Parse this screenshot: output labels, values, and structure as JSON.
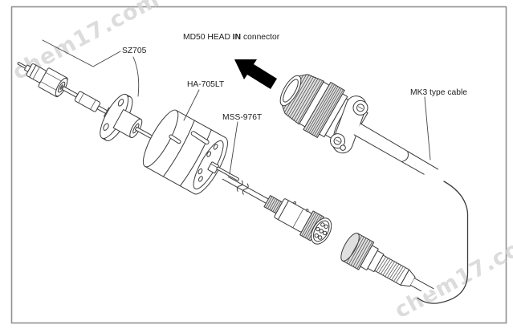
{
  "figure": {
    "type": "technical-line-diagram",
    "labels": {
      "md50_prefix": "MD50 HEAD ",
      "md50_bold": "IN",
      "md50_suffix": " connector",
      "sz705": "SZ705",
      "ha705lt": "HA-705LT",
      "mss976t": "MSS-976T",
      "mk3": "MK3 type cable"
    },
    "watermark": {
      "text": "chem17.com",
      "color": "#d7d7d7"
    },
    "colors": {
      "line": "#3a3a3a",
      "knurl": "#e0e0e0",
      "frame": "#8f8f8f",
      "arrow": "#000000",
      "background": "#ffffff"
    }
  }
}
